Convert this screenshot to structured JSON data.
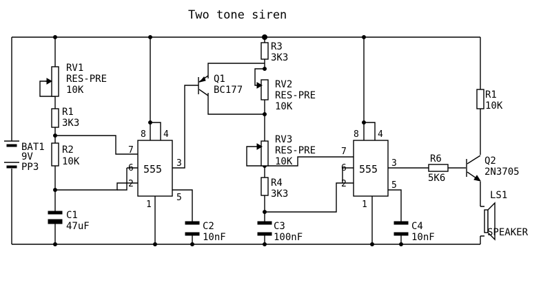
{
  "title": "Two tone siren",
  "components": {
    "bat1": {
      "ref": "BAT1",
      "value": "9V",
      "type": "PP3"
    },
    "rv1": {
      "ref": "RV1",
      "type": "RES-PRE",
      "value": "10K"
    },
    "r1a": {
      "ref": "R1",
      "value": "3K3"
    },
    "r2": {
      "ref": "R2",
      "value": "10K"
    },
    "c1": {
      "ref": "C1",
      "value": "47uF"
    },
    "u1": {
      "label": "555",
      "pins": {
        "p8": "8",
        "p4": "4",
        "p7": "7",
        "p6": "6",
        "p2": "2",
        "p3": "3",
        "p1": "1",
        "p5": "5"
      }
    },
    "c2": {
      "ref": "C2",
      "value": "10nF"
    },
    "q1": {
      "ref": "Q1",
      "value": "BC177"
    },
    "r3": {
      "ref": "R3",
      "value": "3K3"
    },
    "rv2": {
      "ref": "RV2",
      "type": "RES-PRE",
      "value": "10K"
    },
    "rv3": {
      "ref": "RV3",
      "type": "RES-PRE",
      "value": "10K"
    },
    "r4": {
      "ref": "R4",
      "value": "3K3"
    },
    "c3": {
      "ref": "C3",
      "value": "100nF"
    },
    "u2": {
      "label": "555",
      "pins": {
        "p8": "8",
        "p4": "4",
        "p7": "7",
        "p6": "6",
        "p2": "2",
        "p3": "3",
        "p1": "1",
        "p5": "5"
      }
    },
    "c4": {
      "ref": "C4",
      "value": "10nF"
    },
    "r6": {
      "ref": "R6",
      "value": "5K6"
    },
    "r1b": {
      "ref": "R1",
      "value": "10K"
    },
    "q2": {
      "ref": "Q2",
      "value": "2N3705"
    },
    "ls1": {
      "ref": "LS1",
      "value": "SPEAKER"
    }
  }
}
